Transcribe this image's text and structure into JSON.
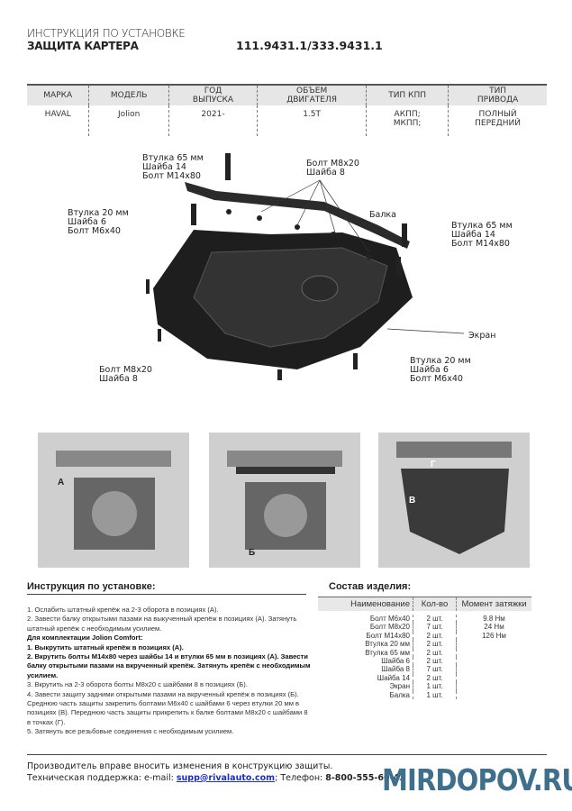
{
  "header": {
    "subtitle": "ИНСТРУКЦИЯ ПО УСТАНОВКЕ",
    "title": "ЗАЩИТА КАРТЕРА",
    "code": "111.9431.1/333.9431.1"
  },
  "spec": {
    "columns": [
      "МАРКА",
      "МОДЕЛЬ",
      "ГОД\nВЫПУСКА",
      "ОБЪЕМ\nДВИГАТЕЛЯ",
      "ТИП КПП",
      "ТИП\nПРИВОДА"
    ],
    "values": [
      "HAVAL",
      "Jolion",
      "2021-",
      "1.5T",
      "АКПП;\nМКПП;",
      "ПОЛНЫЙ\nПЕРЕДНИЙ"
    ]
  },
  "diagram": {
    "labels": {
      "top_left": "Втулка 65 мм\nШайба 14\nБолт М14х80",
      "top_mid": "Болт М8х20\nШайба 8",
      "left": "Втулка 20 мм\nШайба 6\nБолт М6х40",
      "beam": "Балка",
      "right": "Втулка 65 мм\nШайба 14\nБолт М14х80",
      "screen": "Экран",
      "bottom_left": "Болт М8х20\nШайба 8",
      "bottom_right": "Втулка 20 мм\nШайба 6\nБолт М6х40"
    }
  },
  "photos": {
    "marks": [
      "А",
      "Б",
      "Г",
      "В"
    ]
  },
  "instructions": {
    "title": "Инструкция по установке:",
    "lines": [
      {
        "t": "1. Ослабить штатный крепёж на 2-3 оборота в позициях (А).",
        "b": false
      },
      {
        "t": "2. Завести балку открытыми пазами на выкученный крепёж в позициях (А). Затянуть штатный крепёж с необходимым усилием.",
        "b": false
      },
      {
        "t": "Для комплектации Jolion Comfort:",
        "b": true
      },
      {
        "t": "1. Выкрутить штатный крепёж в позициях (А).",
        "b": true
      },
      {
        "t": "2. Вкрутить болты М14х80 через шайбы 14 и втулки 65 мм в позициях (А). Завести балку открытыми пазами на вкрученный крепёж. Затянуть крепёж с необходимым усилием.",
        "b": true
      },
      {
        "t": "3. Вкрутить на 2-3 оборота болты М8х20 с шайбами 8  в позициях (Б).",
        "b": false
      },
      {
        "t": "4. Завести защиту задними открытыми пазами на вкрученный крепёж в позициях (Б). Среднюю часть защиты закрепить болтами М6х40 с шайбами 6 через втулки 20 мм в позициях (В). Переднюю часть защиты прикрепить к балке болтами М8х20 с шайбами 8 в точках (Г).",
        "b": false
      },
      {
        "t": "5. Затянуть все резьбовые соединения с необходимым усилием.",
        "b": false
      }
    ]
  },
  "composition": {
    "title": "Состав изделия:",
    "headers": [
      "Наименование",
      "Кол-во",
      "Момент затяжки"
    ],
    "rows": [
      [
        "Болт М6х40",
        "2 шт.",
        "9.8 Нм"
      ],
      [
        "Болт М8х20",
        "7 шт.",
        "24 Нм"
      ],
      [
        "Болт М14х80",
        "2 шт.",
        "126 Нм"
      ],
      [
        "Втулка 20 мм",
        "2 шт.",
        ""
      ],
      [
        "Втулка 65 мм",
        "2 шт.",
        ""
      ],
      [
        "Шайба 6",
        "2 шт.",
        ""
      ],
      [
        "Шайба 8",
        "7 шт.",
        ""
      ],
      [
        "Шайба 14",
        "2 шт.",
        ""
      ],
      [
        "Экран",
        "1 шт.",
        ""
      ],
      [
        "Балка",
        "1 шт.",
        ""
      ]
    ]
  },
  "footer": {
    "notice": "Производитель вправе вносить изменения в конструкцию защиты.",
    "support_label": "Техническая поддержка:  e-mail: ",
    "email": "supp@rivalauto.com",
    "sep": ";",
    "phone_label": " Телефон: ",
    "phone": "8-800-555-60-43"
  },
  "watermark": "MIRDOPOV.RU",
  "colors": {
    "link": "#1a2ecc",
    "watermark": "#3e6f8c"
  }
}
